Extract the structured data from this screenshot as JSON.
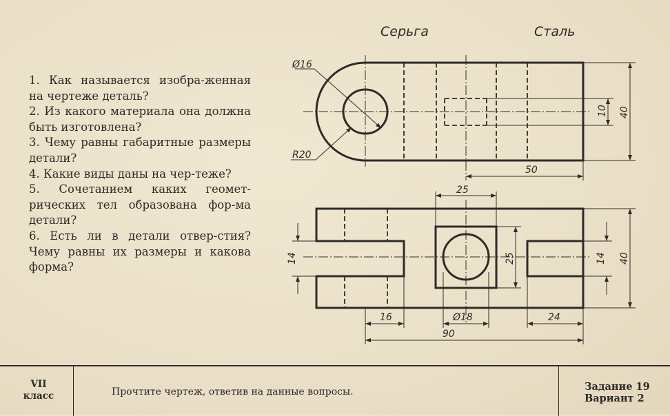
{
  "questions": [
    "1. Как называется изобра-женная на чертеже деталь?",
    "2. Из какого материала она должна быть изготовлена?",
    "3. Чему равны габаритные размеры детали?",
    "4. Какие виды даны на чер-теже?",
    "5. Сочетанием каких геомет-рических тел образована фор-ма детали?",
    "6. Есть ли в детали отвер-стия? Чему равны их размеры и какова форма?"
  ],
  "drawing": {
    "part_name": "Серьга",
    "material": "Сталь",
    "dims": {
      "hole_diameter": "Ø16",
      "radius": "R20",
      "top_slot": "10",
      "top_height": "40",
      "top_length": "50",
      "square": "25",
      "square_side": "25",
      "left_slot": "14",
      "right_slot": "14",
      "front_height": "40",
      "left_depth": "16",
      "hole_front": "Ø18",
      "right_depth": "24",
      "total_length": "90"
    }
  },
  "footer": {
    "grade_roman": "VII",
    "grade_word": "класс",
    "instruction": "Прочтите чертеж, ответив на данные вопросы.",
    "task": "Задание 19",
    "variant": "Вариант 2"
  }
}
